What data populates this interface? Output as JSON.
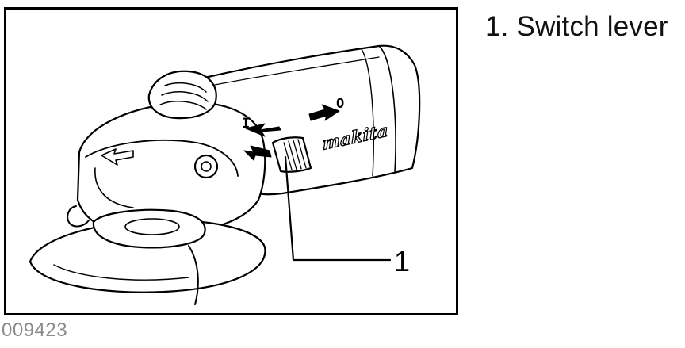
{
  "caption": {
    "number": "1.",
    "text": "Switch lever"
  },
  "figure": {
    "code": "009423",
    "callout": "1",
    "label_on": "I",
    "label_off": "O",
    "brand": "makita"
  },
  "colors": {
    "ink": "#000000",
    "paper": "#ffffff",
    "code_gray": "#8a8a8a"
  }
}
